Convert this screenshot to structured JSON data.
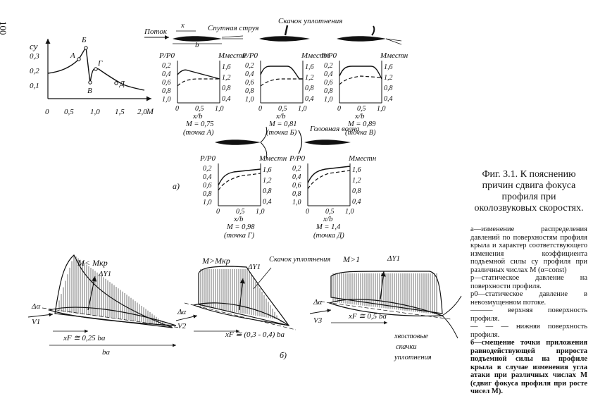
{
  "page_number": "100",
  "caption": {
    "title": "Фиг. 3.1. К пояснению причин сдвига фокуса профиля при околозвуковых скоростях.",
    "legend": [
      "а—изменение распределения давлений по поверхностям профиля крыла и характер соответствующего изменения коэффициента подъемной силы cy профиля при различных числах М (α=const)",
      "p—статическое давление на поверхности профиля.",
      "p0—статическое давление в невозмущенном потоке.",
      "——— верхняя поверхность профиля.",
      "— — — нижняя поверхность профиля.",
      "б—смещение точки приложения равнодействующей прироста подъемной силы на профиле крыла в случае изменения угла атаки при различных числах М (сдвиг фокуса профиля при росте чисел М)."
    ]
  },
  "cy_chart": {
    "ylabel": "cy",
    "xlabel": "M",
    "x_ticks": [
      "0",
      "0,5",
      "1,0",
      "1,5",
      "2,0"
    ],
    "y_ticks": [
      "0,1",
      "0,2",
      "0,3"
    ],
    "points": [
      "А",
      "Б",
      "В",
      "Г",
      "Д"
    ]
  },
  "flow_labels": {
    "flow": "Поток",
    "wake": "Спутная струя",
    "shock": "Скачок уплотнения",
    "bow_wave": "Головная волна",
    "x": "x",
    "b": "b"
  },
  "pressure_panels": [
    {
      "ylab": "P/P0",
      "mlab": "Mместн",
      "xlab": "x/b",
      "mach": "M = 0,75",
      "point": "(точка А)"
    },
    {
      "ylab": "P/P0",
      "mlab": "Mместн",
      "xlab": "x/b",
      "mach": "M = 0,81",
      "point": "(точка Б)"
    },
    {
      "ylab": "P/P0",
      "mlab": "Mместн",
      "xlab": "x/b",
      "mach": "M = 0,89",
      "point": "(точка В)"
    },
    {
      "ylab": "P/P0",
      "mlab": "Mместн",
      "xlab": "x/b",
      "mach": "M = 0,98",
      "point": "(точка Г)"
    },
    {
      "ylab": "P/P0",
      "mlab": "Mместн",
      "xlab": "x/b",
      "mach": "M = 1,4",
      "point": "(точка Д)"
    }
  ],
  "axis_ticks": {
    "p_left": [
      "0,2",
      "0,4",
      "0,6",
      "0,8",
      "1,0"
    ],
    "m_right": [
      "1,6",
      "1,2",
      "0,8",
      "0,4"
    ],
    "x": [
      "0",
      "0,5",
      "1,0"
    ]
  },
  "part_labels": {
    "a": "а)",
    "b": "б)"
  },
  "bottom_panels": [
    {
      "regime": "M< Mкр",
      "dy": "ΔY1",
      "v": "V1",
      "da": "Δα",
      "xf": "xF ≅ 0,25 ba",
      "ba": "ba"
    },
    {
      "regime": "M>Mкр",
      "dy": "ΔY1",
      "v": "V2",
      "da": "Δα",
      "xf": "xF ≅ (0,3 - 0,4) ba",
      "shock": "Скачок уплотнения"
    },
    {
      "regime": "M>1",
      "dy": "ΔY1",
      "v": "V3",
      "da": "Δα",
      "xf": "xF ≅ 0,5 ba",
      "tail": "хвостовые скачки уплотнения"
    }
  ]
}
